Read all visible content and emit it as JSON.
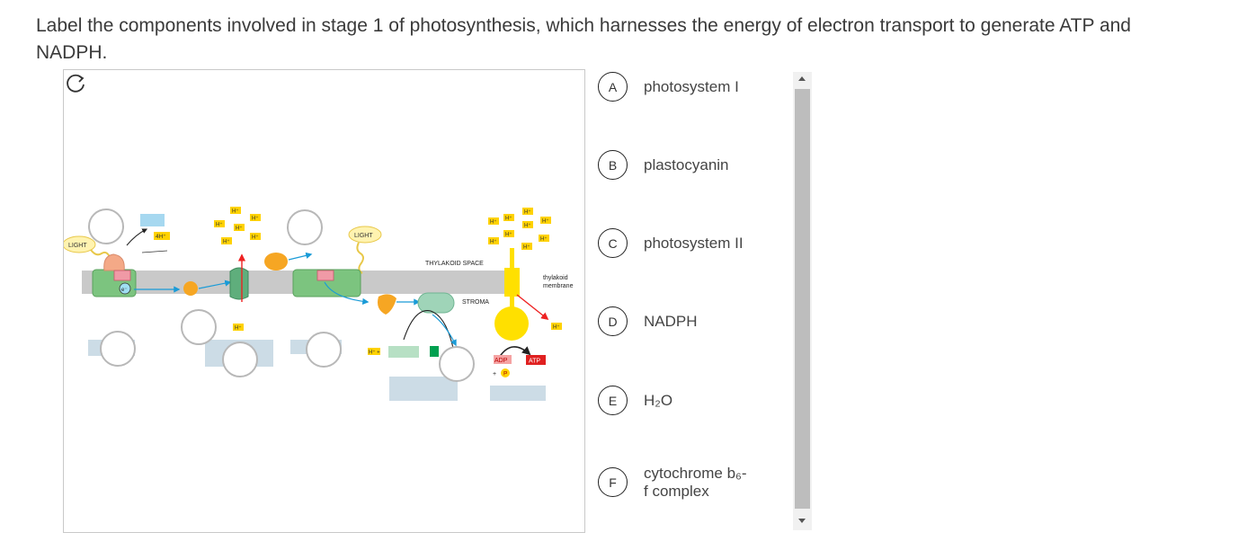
{
  "question": {
    "text": "Label the components involved in stage 1 of photosynthesis, which harnesses the energy of electron transport to generate ATP and NADPH."
  },
  "diagram": {
    "light_label": "LIGHT",
    "four_h_label": "4H⁺",
    "h_label": "H⁺",
    "electron_label": "e⁻",
    "thylakoid_space_label": "THYLAKOID SPACE",
    "stroma_label": "STROMA",
    "membrane_label_line1": "thylakoid",
    "membrane_label_line2": "membrane",
    "adp_label": "ADP",
    "plus_label": "+",
    "p_label": "P",
    "atp_label": "ATP",
    "h_plus_label": "H⁺ +",
    "colors": {
      "membrane": "#c9c9c9",
      "protein_green": "#7cc47f",
      "orange": "#f6a623",
      "h_box": "#ffd200",
      "atp_synthase": "#ffe000",
      "arrow_blue": "#1a9bd7",
      "label_box": "#ccdce6"
    }
  },
  "options": [
    {
      "letter": "A",
      "label": "photosystem I"
    },
    {
      "letter": "B",
      "label": "plastocyanin"
    },
    {
      "letter": "C",
      "label": "photosystem II"
    },
    {
      "letter": "D",
      "label": "NADPH"
    },
    {
      "letter": "E",
      "label": "H₂O"
    },
    {
      "letter": "F",
      "label_line1": "cytochrome b₆-",
      "label_line2": "f complex"
    }
  ]
}
